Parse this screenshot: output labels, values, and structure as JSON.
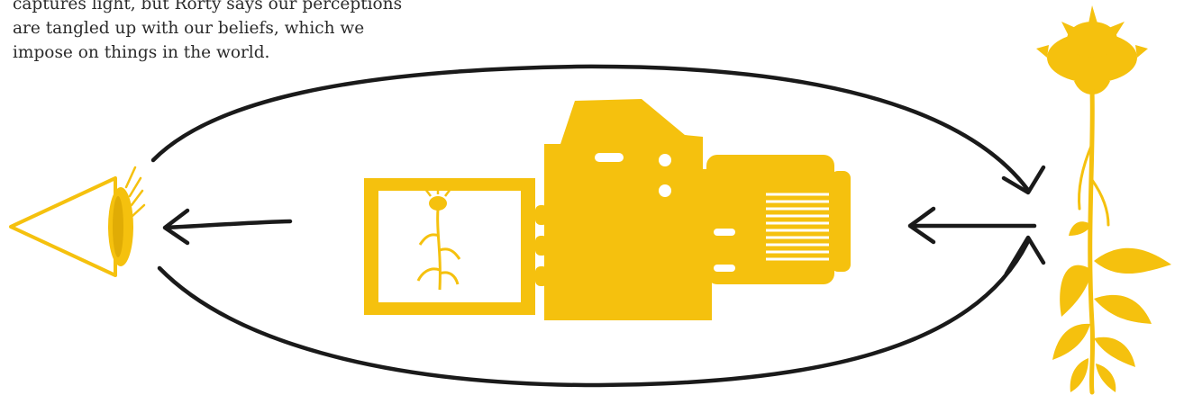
{
  "caption": {
    "lines": [
      "captures light, but Rorty says our perceptions",
      "are tangled up with our beliefs, which we",
      "impose on things in the world."
    ]
  },
  "colors": {
    "yellow": "#F5C10E",
    "ink": "#1a1a1a",
    "text": "#2b2b2b"
  },
  "icons": [
    "eye-icon",
    "camera-icon",
    "flower-icon",
    "arrow-icon"
  ]
}
